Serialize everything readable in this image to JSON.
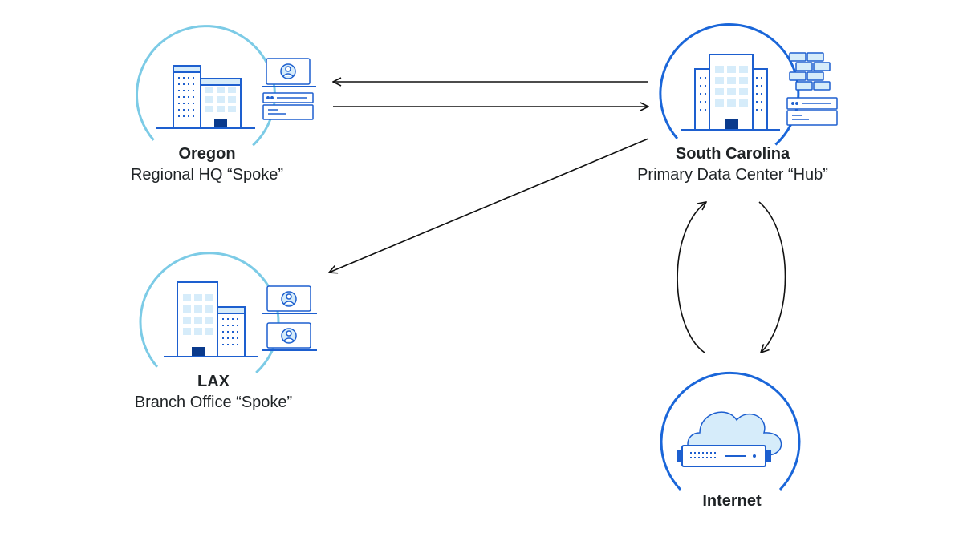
{
  "nodes": {
    "oregon": {
      "name": "Oregon",
      "subtitle": "Regional HQ “Spoke”"
    },
    "south_carolina": {
      "name": "South Carolina",
      "subtitle": "Primary Data Center “Hub”"
    },
    "lax": {
      "name": "LAX",
      "subtitle": "Branch Office “Spoke”"
    },
    "internet": {
      "name": "Internet"
    }
  },
  "colors": {
    "spoke_ring": "#7ccbe6",
    "hub_ring": "#1a66d9",
    "icon_stroke": "#1d5fcf",
    "icon_fill": "#d6ecfa",
    "icon_dark": "#0a3a8c",
    "arrow": "#111111"
  }
}
